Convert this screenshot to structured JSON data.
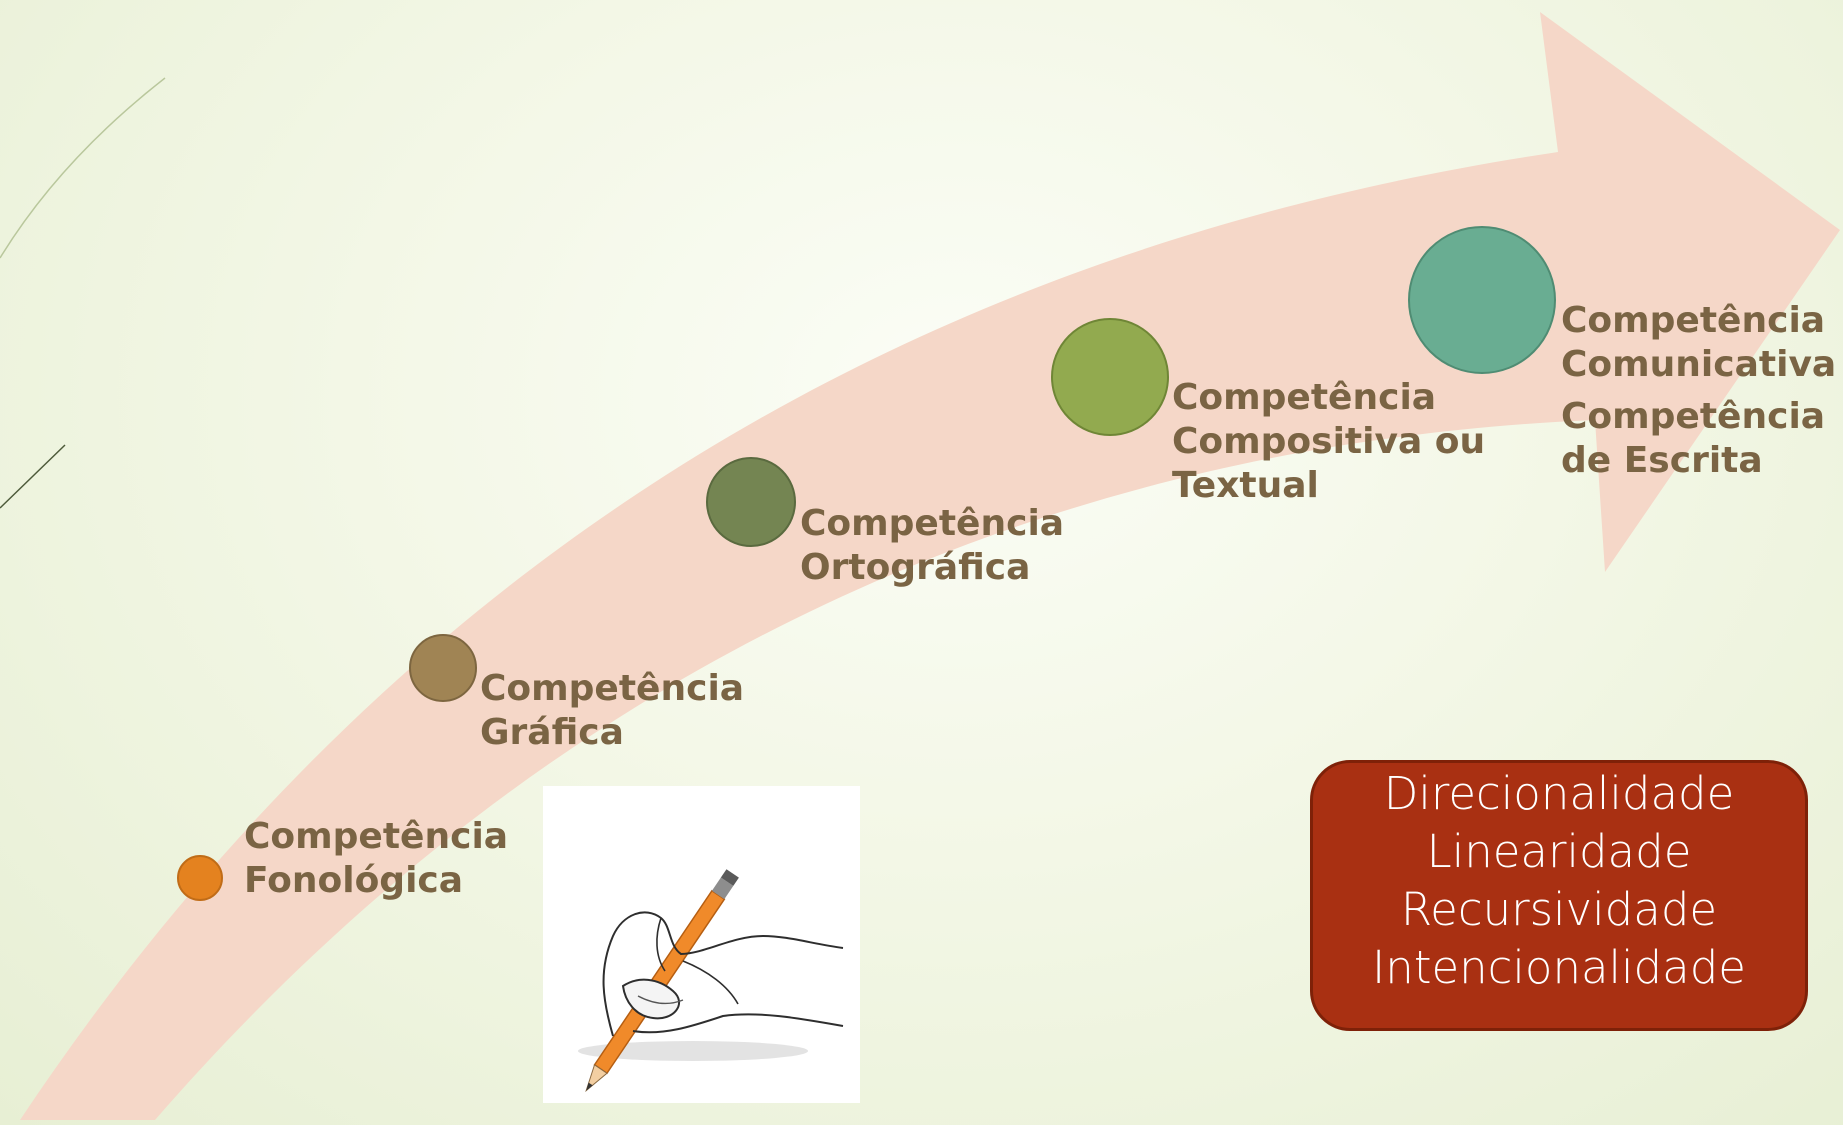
{
  "diagram": {
    "stages": [
      {
        "lines": [
          "Competência",
          "Fonológica"
        ],
        "color": "#e4821f"
      },
      {
        "lines": [
          "Competência",
          "Gráfica"
        ],
        "color": "#a08454"
      },
      {
        "lines": [
          "Competência",
          "Ortográfica"
        ],
        "color": "#748552"
      },
      {
        "lines": [
          "Competência",
          "Compositiva ou",
          "Textual"
        ],
        "color": "#92aa4f"
      },
      {
        "lines": [
          "Competência",
          "Comunicativa"
        ],
        "extra_lines": [
          "Competência",
          "de Escrita"
        ],
        "color": "#69ad92"
      }
    ],
    "summary_box": {
      "items": [
        "Direcionalidade",
        "Linearidade",
        "Recursividade",
        "Intencionalidade"
      ],
      "background": "#a93012"
    },
    "colors": {
      "arrow": "#f5d7c8",
      "label_text": "#7a6444"
    },
    "illustration": "hand-writing-with-pencil"
  }
}
